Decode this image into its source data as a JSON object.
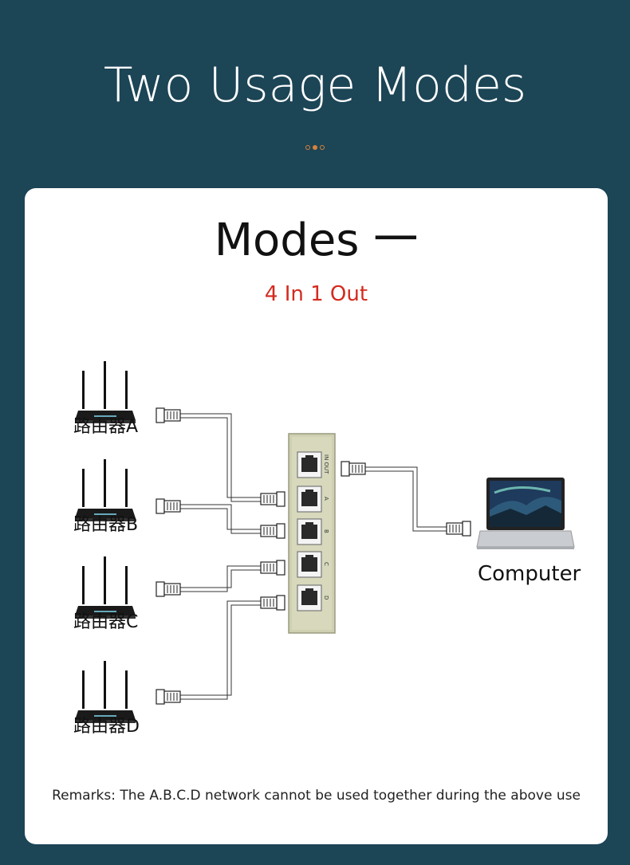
{
  "header": {
    "title": "Two Usage Modes",
    "pager": [
      "inactive",
      "active",
      "inactive"
    ]
  },
  "card": {
    "mode_title": "Modes 一",
    "mode_subtitle": "4 In 1 Out",
    "remarks": "Remarks: The A.B.C.D network cannot be used together during the above use"
  },
  "diagram": {
    "routers": [
      {
        "label": "路由器A"
      },
      {
        "label": "路由器B"
      },
      {
        "label": "路由器C"
      },
      {
        "label": "路由器D"
      }
    ],
    "switch_ports": [
      "IN OUT",
      "A",
      "B",
      "C",
      "D"
    ],
    "computer_label": "Computer"
  },
  "colors": {
    "background": "#1c4556",
    "accent_dot": "#d9823a",
    "subtitle": "#d42a1f",
    "switch_body": "#cfd0b2"
  }
}
